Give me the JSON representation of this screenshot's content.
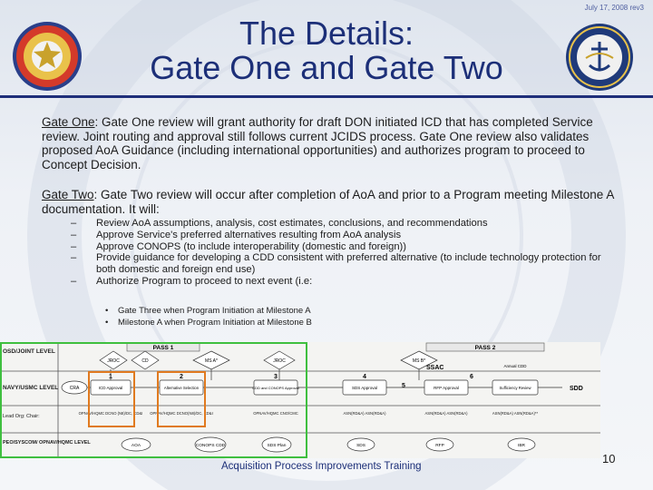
{
  "slide": {
    "date": "July 17, 2008 rev3",
    "title_line1": "The Details:",
    "title_line2": "Gate One and Gate Two",
    "footer": "Acquisition Process Improvements Training",
    "page_number": "10"
  },
  "gate_one": {
    "label": "Gate One",
    "text": ":  Gate One review will grant authority for draft DON initiated ICD that has completed Service review.  Joint routing and approval still follows current JCIDS process.  Gate One review also validates proposed AoA Guidance (including international opportunities) and authorizes program to proceed to Concept Decision."
  },
  "gate_two": {
    "label": "Gate Two",
    "text": ":  Gate Two review will occur after completion of AoA and prior to a Program meeting Milestone A documentation.  It will:",
    "items": [
      "Review AoA assumptions, analysis, cost estimates, conclusions, and recommendations",
      "Approve Service's preferred alternatives resulting from AoA analysis",
      "Approve CONOPS (to include interoperability (domestic and foreign))",
      "Provide guidance for developing a CDD consistent with preferred alternative (to include technology protection for both domestic and foreign end use)",
      "Authorize Program to proceed to next event (i.e:"
    ],
    "subitems": [
      "Gate Three when Program Initiation at Milestone A",
      "Milestone A when Program Initiation at Milestone B"
    ]
  },
  "diagram": {
    "rows": [
      "OSD/JOINT LEVEL",
      "NAVY/USMC LEVEL",
      "Lead Org: Chair:",
      "PEO/SYSCOM/ OPNAV/HQMC LEVEL"
    ],
    "pass_labels": [
      "PASS 1",
      "PASS 2"
    ],
    "osd_nodes": [
      "JROC",
      "CD",
      "MS A*",
      "JROC",
      "MS B*"
    ],
    "navy_nodes": [
      "CRA",
      "ICD Approval",
      "Alternative Selection",
      "CDD and CONOPS Approval",
      "SDS Approval",
      "RFP Approval",
      "Sufficiency Review"
    ],
    "gate_numbers": [
      "1",
      "2",
      "3",
      "4",
      "5",
      "6"
    ],
    "ssac": "SSAC",
    "sdd": "SDD",
    "annual_cdd": "Annual CDD",
    "lead_orgs": [
      "OPNAV/HQMC DCNO (N8)/DC, CD&I",
      "OPNAV/HQMC DCNO(N8)/DC, CD&I",
      "OPNAV/HQMC CNO/CMC",
      "ASN(RD&A) ASN(RD&A)",
      "ASN(RD&A) ASN(RD&A)",
      "ASN(RD&A) ASN(RD&A)**"
    ],
    "peo_nodes": [
      "AOA",
      "CONOPS CDD",
      "SDS Plan",
      "SDS",
      "RFP",
      "IBR"
    ],
    "colors": {
      "green_box": "#3fbf3f",
      "orange_box": "#e07a1f"
    }
  }
}
